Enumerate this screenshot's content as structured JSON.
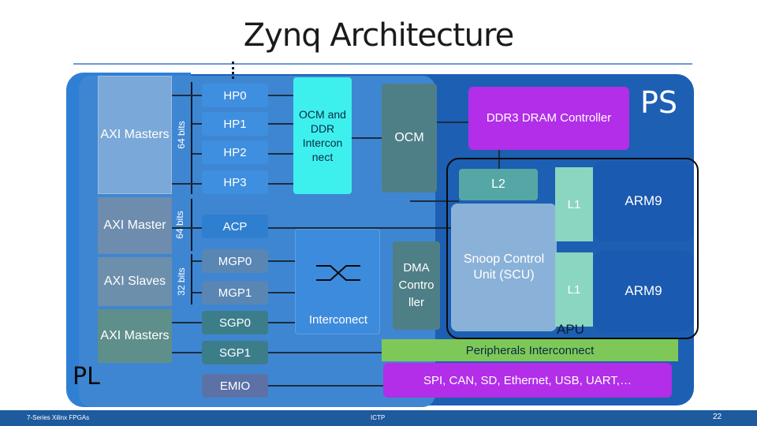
{
  "title": "Zynq Architecture",
  "labels": {
    "pl": "PL",
    "ps": "PS",
    "apu": "APU"
  },
  "masters": [
    {
      "label": "AXI Masters"
    },
    {
      "label": "AXI Master"
    },
    {
      "label": "AXI Slaves"
    },
    {
      "label": "AXI Masters"
    }
  ],
  "bit_widths": [
    "64 bits",
    "64 bits",
    "32 bits"
  ],
  "ports": {
    "hp0": "HP0",
    "hp1": "HP1",
    "hp2": "HP2",
    "hp3": "HP3",
    "acp": "ACP",
    "mgp0": "MGP0",
    "mgp1": "MGP1",
    "sgp0": "SGP0",
    "sgp1": "SGP1",
    "emio": "EMIO"
  },
  "blocks": {
    "ocm_ddr": "OCM and DDR Intercon nect",
    "ocm": "OCM",
    "ddr_controller": "DDR3 DRAM Controller",
    "l2": "L2",
    "scu": "Snoop Control Unit (SCU)",
    "l1_top": "L1",
    "l1_bottom": "L1",
    "arm_top": "ARM9",
    "arm_bottom": "ARM9",
    "interconnect": "Interconect",
    "dma": "DMA Contro ller",
    "peripherals_interconnect": "Peripherals Interconnect",
    "peripherals": "SPI, CAN, SD, Ethernet, USB, UART,…"
  },
  "footer": {
    "left": "7-Series Xilinx FPGAs",
    "middle": "ICTP",
    "page": "22"
  },
  "colors": {
    "ps_bg": "#1d5fb3",
    "pl_bg": "#2f7fd4",
    "ddr": "#b22ee8",
    "ocm_ddr": "#3df0ee",
    "periph_bar": "#7ec85a"
  }
}
